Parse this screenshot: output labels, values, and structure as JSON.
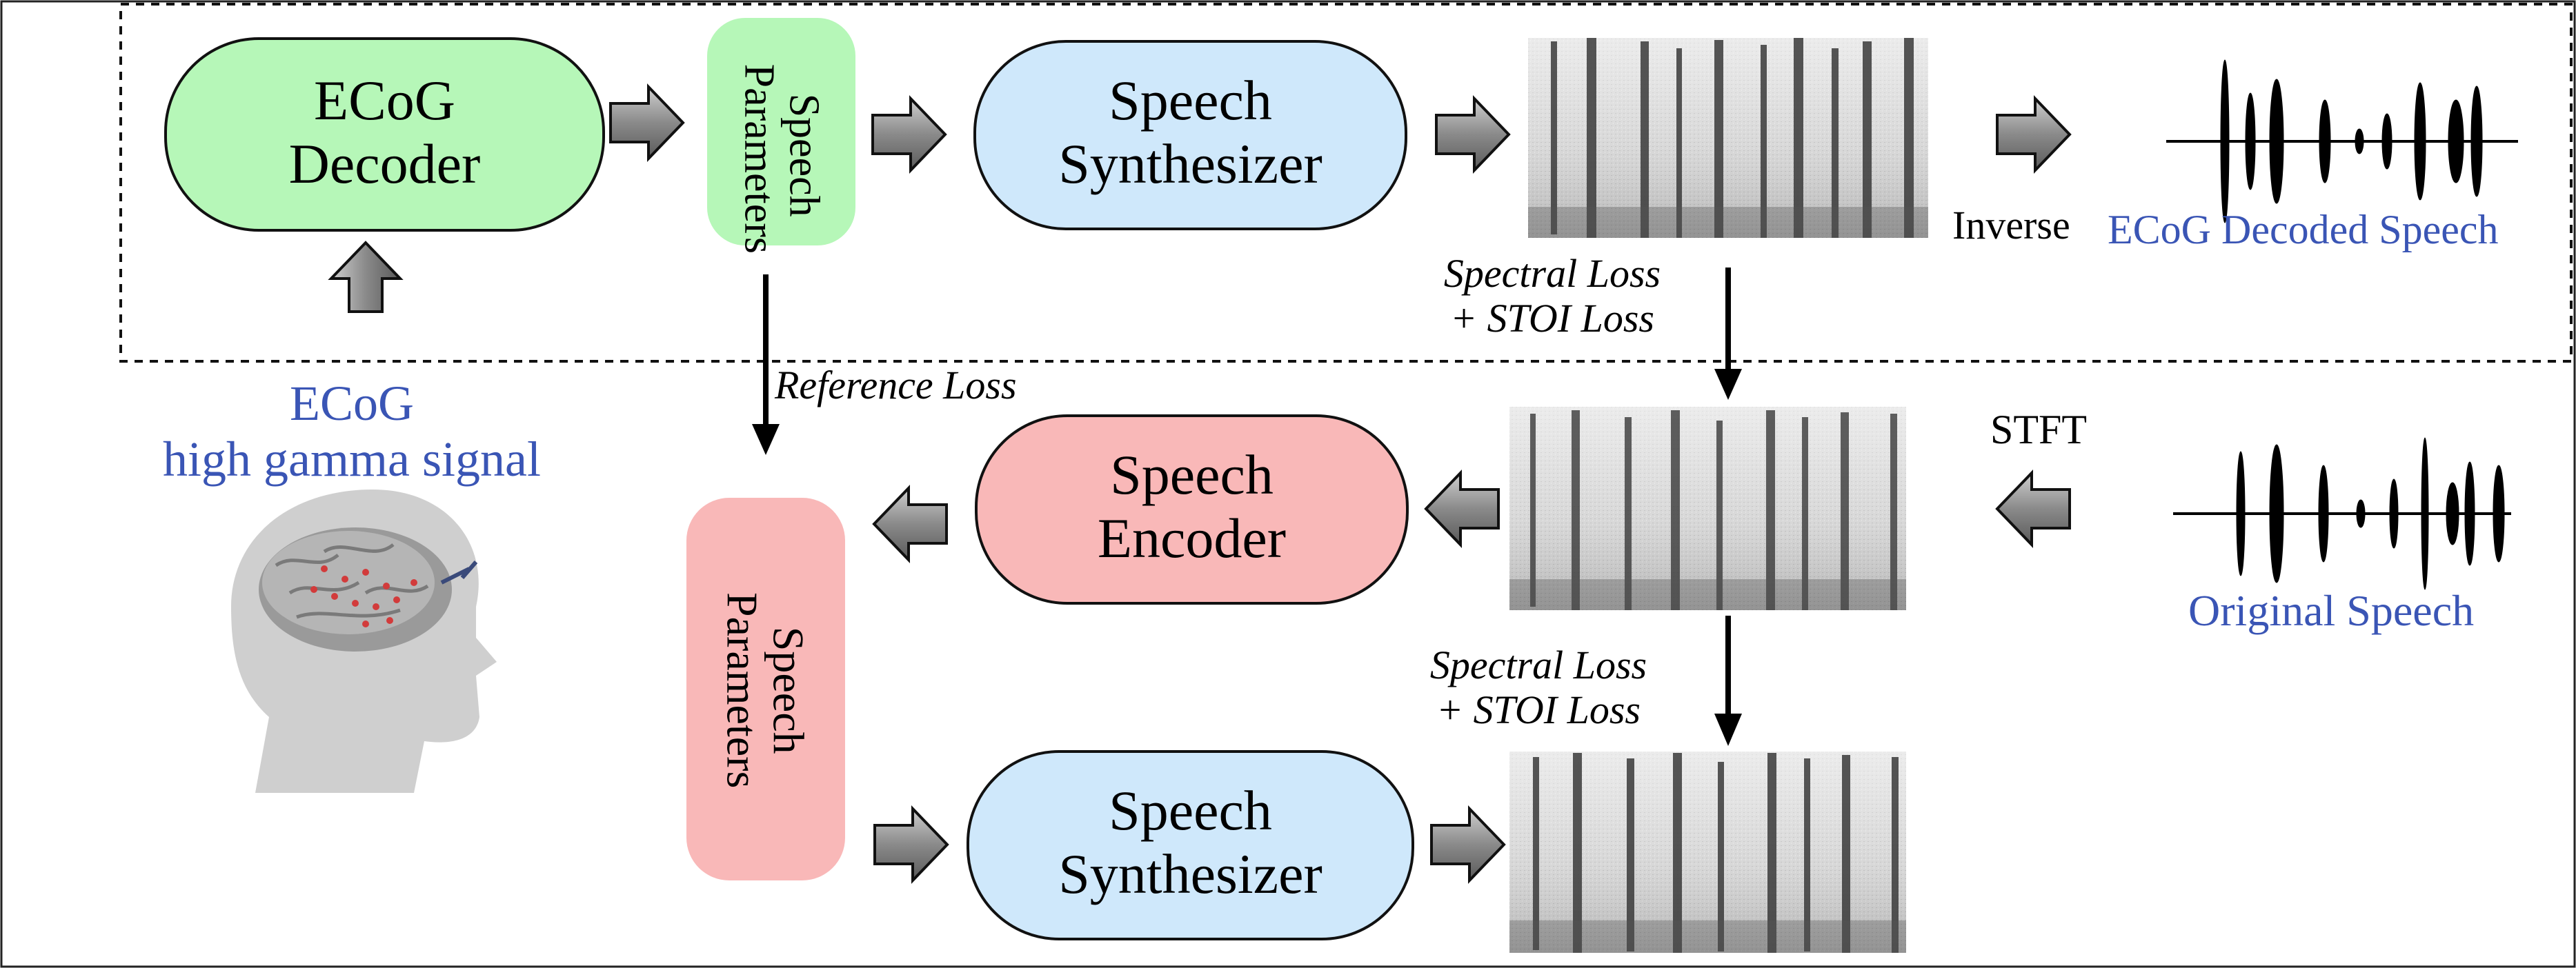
{
  "colors": {
    "green_box": "#b6f7b8",
    "blue_box": "#cfe8fb",
    "red_box": "#f9b8b8",
    "blue_text": "#3a55b5",
    "arrow_gray": "#8c8c8c"
  },
  "decoder_section": {
    "ecog_decoder": {
      "line1": "ECoG",
      "line2": "Decoder"
    },
    "speech_parameters": {
      "line1": "Speech",
      "line2": "Parameters"
    },
    "speech_synthesizer": {
      "line1": "Speech",
      "line2": "Synthesizer"
    },
    "inverse_label": "Inverse",
    "decoded_speech_label": "ECoG Decoded Speech"
  },
  "input_signal": {
    "line1": "ECoG",
    "line2": "high gamma signal",
    "icon": "brain-head-icon"
  },
  "reference_loss_label": "Reference Loss",
  "loss_labels": {
    "top": {
      "line1": "Spectral Loss",
      "line2": "+ STOI Loss"
    },
    "bottom": {
      "line1": "Spectral Loss",
      "line2": "+ STOI Loss"
    }
  },
  "encoder_section": {
    "speech_encoder": {
      "line1": "Speech",
      "line2": "Encoder"
    },
    "speech_parameters": {
      "line1": "Speech",
      "line2": "Parameters"
    },
    "speech_synthesizer": {
      "line1": "Speech",
      "line2": "Synthesizer"
    },
    "stft_label": "STFT",
    "original_speech_label": "Original Speech"
  }
}
